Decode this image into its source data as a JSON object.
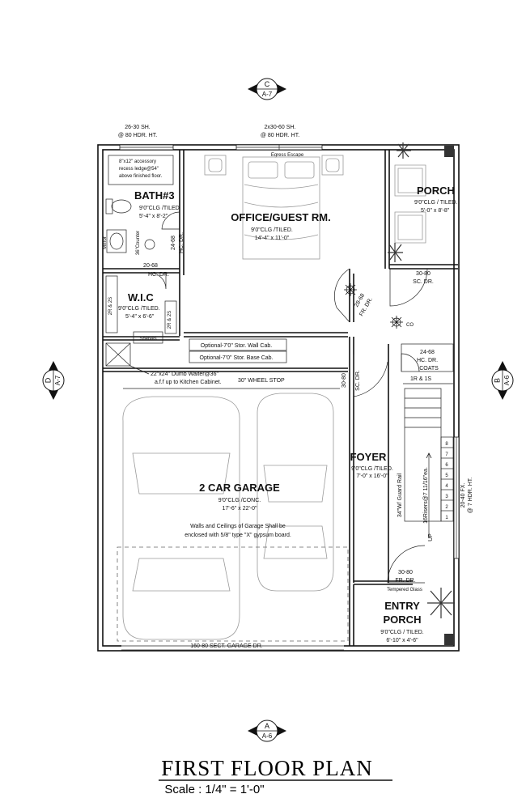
{
  "title": "FIRST FLOOR PLAN",
  "scale": "Scale : 1/4\" = 1'-0\"",
  "section_markers": {
    "top": {
      "letter": "C",
      "sheet": "A-7"
    },
    "left": {
      "letter": "D",
      "sheet": "A-7"
    },
    "right": {
      "letter": "B",
      "sheet": "A-6"
    },
    "bottom": {
      "letter": "A",
      "sheet": "A-6"
    }
  },
  "windows": {
    "w1_line1": "26-30 SH.",
    "w1_line2": "@ 80 HDR. HT.",
    "w2_line1": "2x30-60 SH.",
    "w2_line2": "@ 80 HDR. HT.",
    "egress": "Egress Escape",
    "fx_line1": "20-40 FX.",
    "fx_line2": "@ 7 HDR. HT.",
    "tempered": "Tempered Glass"
  },
  "rooms": {
    "bath": {
      "name": "BATH#3",
      "ceiling": "9'0\"CLG /TILED",
      "size": "5'-4\" x 8'-2\""
    },
    "office": {
      "name": "OFFICE/GUEST RM.",
      "ceiling": "9'0\"CLG /TILED.",
      "size": "14'-4\" x 11'-0\""
    },
    "porch": {
      "name": "PORCH",
      "ceiling": "9'0\"CLG / TILED.",
      "size": "5'-0\" x 8'-8\""
    },
    "wic": {
      "name": "W.I.C",
      "ceiling": "9'0\"CLG /TILED.",
      "size": "5'-4\" x 6'-6\""
    },
    "garage": {
      "name": "2 CAR GARAGE",
      "ceiling": "9'0\"CLG /CONC.",
      "size": "17'-6\" x 22'-0\"",
      "note_line1": "Walls and Ceilings of Garage Shall be",
      "note_line2": "enclosed with 5/8\" type \"X\" gypsum board."
    },
    "foyer": {
      "name": "FOYER",
      "ceiling": "9'0\"CLG /TILED.",
      "size": "7'-0\" x 16'-0\""
    },
    "entry": {
      "name_line1": "ENTRY",
      "name_line2": "PORCH",
      "ceiling": "9'0\"CLG / TILED.",
      "size": "6'-10\" x 4'-6\""
    }
  },
  "notes": {
    "recess1": "8\"x12\" accessory",
    "recess2": "recess ledge@54\"",
    "recess3": "above finished floor.",
    "mirror": "Mirror",
    "counter": "36\"Counter",
    "shelves": "Shelves",
    "wall_cab": "Optional-7'0\" Stor. Wall Cab.",
    "base_cab": "Optional-7'0\" Stor. Base Cab.",
    "dumb1": "22\"x24\" Dumb Waiter@36\"",
    "dumb2": "a.f.f up to Kitchen Cabinet.",
    "wheel_stop": "30\" WHEEL STOP",
    "garage_door": "160-80 SECT.  GARAGE DR.",
    "coats": "COATS",
    "shelf_rod": "1R & 1S",
    "guard_rail": "34\"W/ Guard Rail",
    "risers": "16Risers@7 11/16\"ea.",
    "up": "UP",
    "co": "CO",
    "shelf_2r_a": "2R & 2S",
    "shelf_2r_b": "2R & 2S"
  },
  "doors": {
    "bath_hc_1": "24-68",
    "bath_hc_2": "HC. DR.",
    "wic_hc_1": "20-68",
    "wic_hc_2": "HC. DR.",
    "office_fr_1": "28-68",
    "office_fr_2": "FR. DR.",
    "porch_sc_1": "30-80",
    "porch_sc_2": "SC. DR.",
    "coats_hc_1": "24-68",
    "coats_hc_2": "HC. DR.",
    "garage_sc_1": "30-80",
    "garage_sc_2": "SC. DR.",
    "entry_fr_1": "30-80",
    "entry_fr_2": "FR. DR."
  },
  "stairs": {
    "numbers": [
      "1",
      "2",
      "3",
      "4",
      "5",
      "6",
      "7",
      "8"
    ]
  }
}
